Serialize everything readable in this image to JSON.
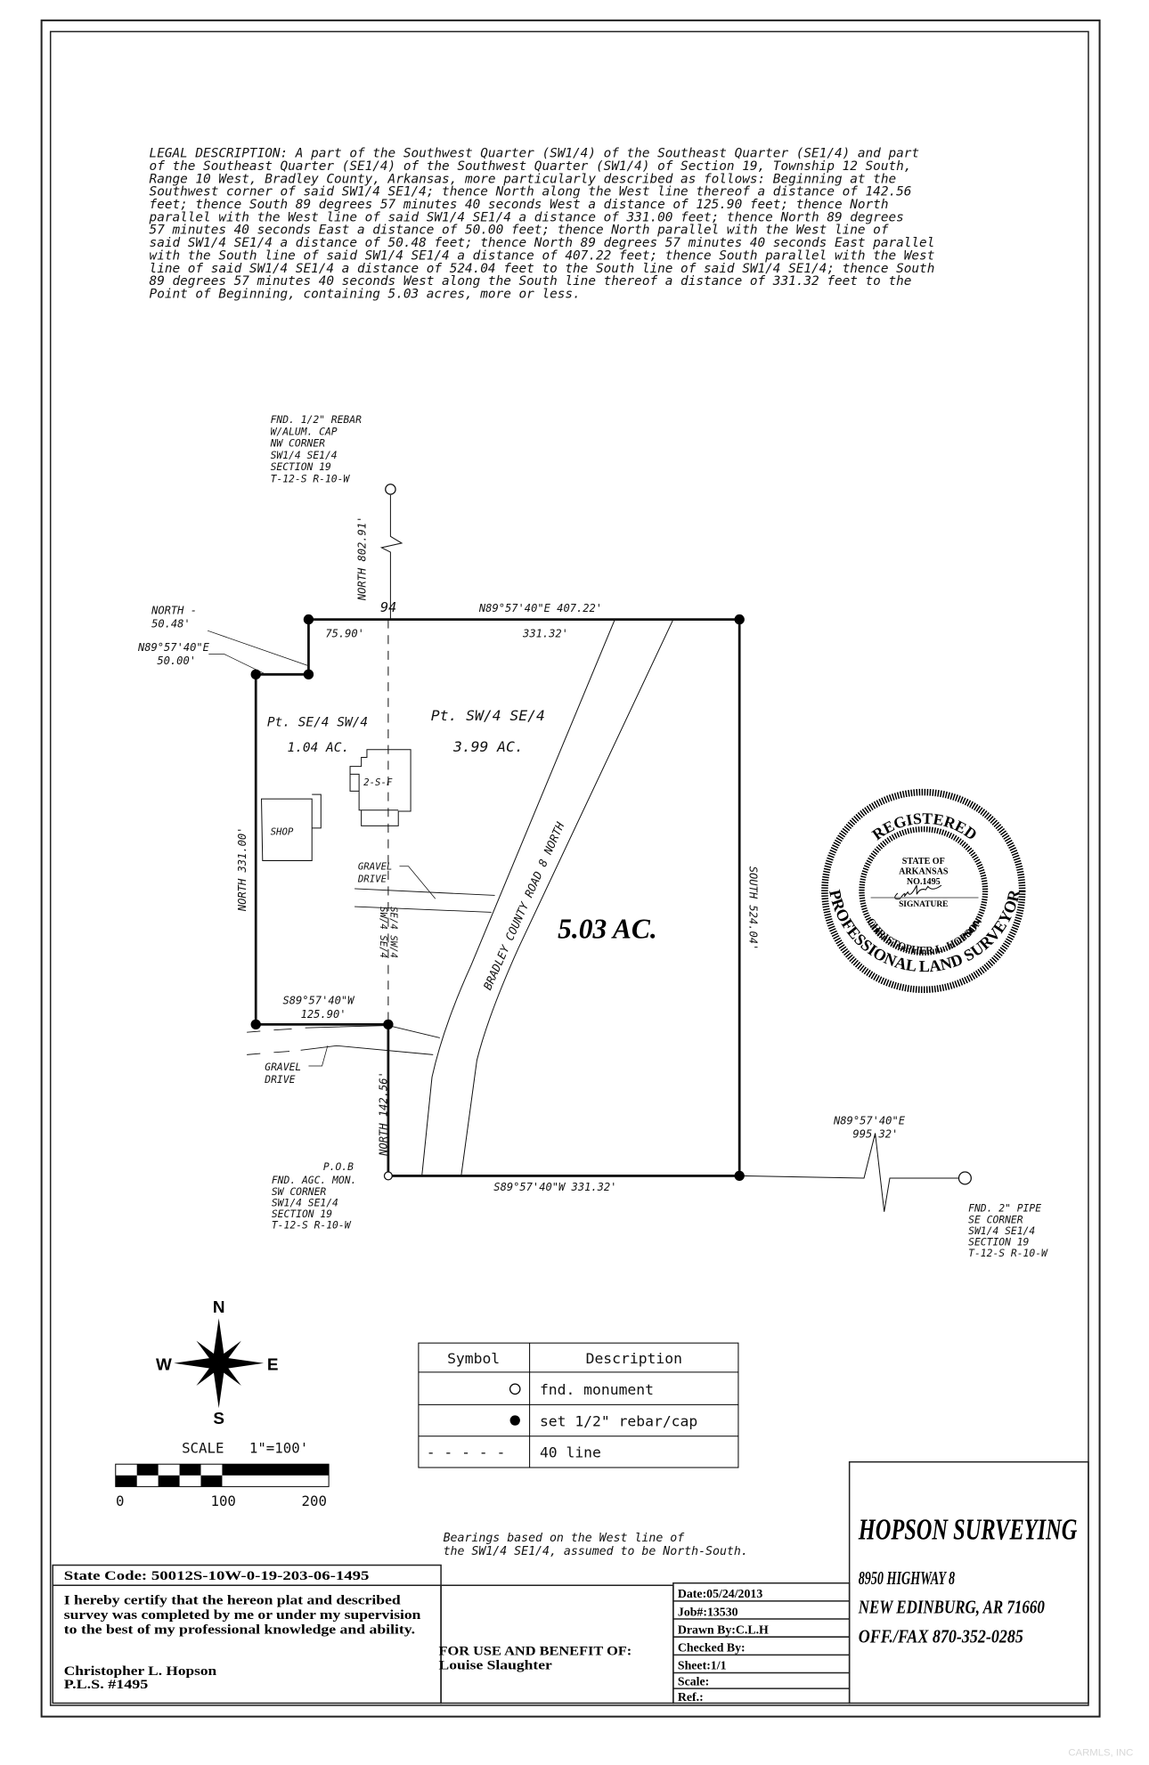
{
  "legal_description": [
    "LEGAL DESCRIPTION: A part of the Southwest Quarter (SW1/4) of the Southeast Quarter (SE1/4) and part",
    "of the Southeast Quarter (SE1/4) of the Southwest Quarter (SW1/4) of Section 19, Township 12 South,",
    "Range 10 West, Bradley County, Arkansas, more particularly described as follows: Beginning at the",
    "Southwest corner of said SW1/4 SE1/4; thence North along the West line thereof a distance of 142.56",
    "feet; thence South 89 degrees 57 minutes 40 seconds West a distance of 125.90 feet; thence North",
    "parallel with the West line of said SW1/4 SE1/4 a distance of 331.00 feet; thence North 89 degrees",
    "57 minutes 40 seconds East a distance of 50.00 feet; thence North parallel with the West line of",
    "said SW1/4 SE1/4 a distance of 50.48 feet; thence North 89 degrees 57 minutes 40 seconds East parallel",
    "with the South line of said SW1/4 SE1/4 a distance of 407.22 feet; thence South parallel with the West",
    "line of said SW1/4 SE1/4 a distance of 524.04 feet to the South line of said SW1/4 SE1/4; thence South",
    "89 degrees 57 minutes 40 seconds West along the South line thereof a distance of 331.32 feet to the",
    "Point of Beginning, containing 5.03 acres, more or less."
  ],
  "plat": {
    "nw_monument": [
      "FND. 1/2\" REBAR",
      "W/ALUM. CAP",
      "NW CORNER",
      "SW1/4 SE1/4",
      "SECTION 19",
      "T-12-S R-10-W"
    ],
    "north_tie": "NORTH 802.91'",
    "north_tie_note": "94",
    "north_line_bearing": "N89°57'40\"E 407.22'",
    "north_line_east_part": "331.32'",
    "north_line_west_part": "75.90'",
    "step_north": [
      "NORTH -",
      "50.48'"
    ],
    "step_east": [
      "N89°57'40\"E",
      "50.00'"
    ],
    "west_parcel": [
      "Pt. SE/4 SW/4",
      "1.04 AC."
    ],
    "east_parcel": [
      "Pt. SW/4 SE/4",
      "3.99 AC."
    ],
    "house_label": "2-S-F",
    "shop_label": "SHOP",
    "gravel_drive": [
      "GRAVEL",
      "DRIVE"
    ],
    "road_label": "BRADLEY COUNTY ROAD 8 NORTH",
    "total_acreage": "5.03 AC.",
    "west_line": "NORTH 331.00'",
    "east_line": "SOUTH 524.04'",
    "forty_line_label": [
      "SW/4 SE/4",
      "SE/4 SW/4"
    ],
    "south_step_bearing": [
      "S89°57'40\"W",
      "125.90'"
    ],
    "pob_north": "NORTH 142.56'",
    "pob_label": [
      "P.O.B",
      "FND. AGC. MON.",
      "SW CORNER",
      "SW1/4 SE1/4",
      "SECTION 19",
      "T-12-S R-10-W"
    ],
    "south_line": "S89°57'40\"W 331.32'",
    "east_tie": [
      "N89°57'40\"E",
      "995.32'"
    ],
    "se_monument": [
      "FND. 2\" PIPE",
      "SE CORNER",
      "SW1/4 SE1/4",
      "SECTION 19",
      "T-12-S R-10-W"
    ]
  },
  "seal": {
    "top": "REGISTERED",
    "state": [
      "STATE OF",
      "ARKANSAS",
      "NO.1495"
    ],
    "signature_label": "SIGNATURE",
    "name": "CHRISTOPHER L. HOPSON",
    "bottom": "PROFESSIONAL LAND SURVEYOR"
  },
  "compass": {
    "n": "N",
    "s": "S",
    "e": "E",
    "w": "W"
  },
  "scale": {
    "label": "SCALE   1\"=100'",
    "ticks": [
      "0",
      "100",
      "200"
    ]
  },
  "legend": {
    "headers": [
      "Symbol",
      "Description"
    ],
    "rows": [
      {
        "symbol": "open-circle",
        "description": "fnd. monument"
      },
      {
        "symbol": "filled-circle",
        "description": "set 1/2\" rebar/cap"
      },
      {
        "symbol": "- - - - -",
        "description": "40 line"
      }
    ]
  },
  "bearings_note": [
    "Bearings based on the West line of",
    "the SW1/4 SE1/4, assumed to be North-South."
  ],
  "title_block": {
    "state_code": "State Code: 50012S-10W-0-19-203-06-1495",
    "certification": [
      "I hereby certify that the hereon plat and described",
      "survey was completed by me or under my supervision",
      "to the best of my professional knowledge and ability."
    ],
    "surveyor": [
      "Christopher L. Hopson",
      "P.L.S. #1495"
    ],
    "for_use": [
      "FOR USE AND BENEFIT OF:",
      "Louise Slaughter"
    ],
    "info": [
      "Date:05/24/2013",
      "Job#:13530",
      "Drawn By:C.L.H",
      "Checked By:",
      "Sheet:1/1",
      "Scale:",
      "Ref.:"
    ],
    "company": "HOPSON SURVEYING",
    "address": [
      "8950 HIGHWAY 8",
      "NEW EDINBURG, AR 71660",
      "OFF./FAX 870-352-0285"
    ]
  },
  "watermark": "CARMLS, INC"
}
